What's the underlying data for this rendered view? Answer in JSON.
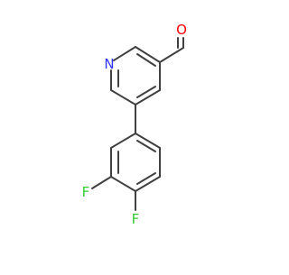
{
  "molecule": {
    "atom_labels": {
      "nitrogen": "N",
      "oxygen": "O",
      "fluorine_meta": "F",
      "fluorine_para": "F"
    },
    "colors": {
      "bond": "#404040",
      "nitrogen": "#3333ff",
      "oxygen": "#ff0000",
      "fluorine": "#33cc33"
    }
  }
}
